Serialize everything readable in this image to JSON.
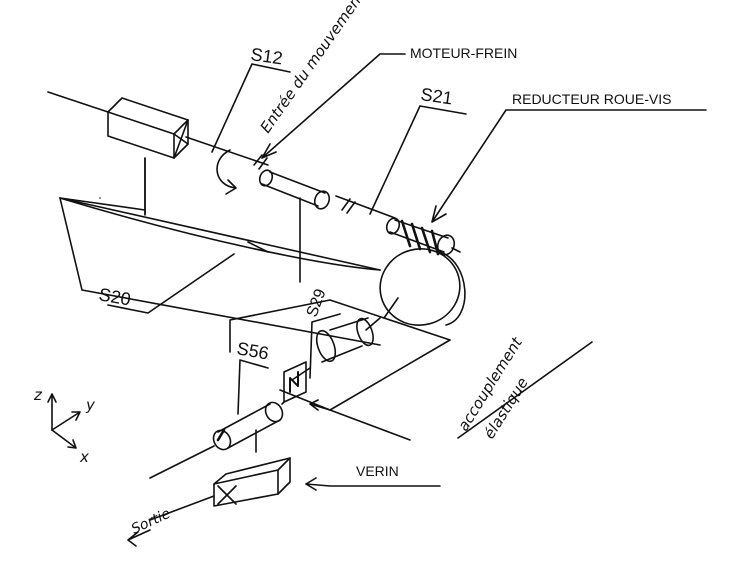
{
  "labels": {
    "s12": "S12",
    "entree": "Entrée du mouvement",
    "moteur_frein": "MOTEUR-FREIN",
    "s21": "S21",
    "reducteur": "REDUCTEUR ROUE-VIS",
    "s20": "S20",
    "s29": "S29",
    "s56": "S56",
    "accouplement": "accouplement",
    "elastique": "élastique",
    "verin": "VERIN",
    "sortie": "Sortie"
  },
  "axes": {
    "z": "z",
    "y": "y",
    "x": "x"
  },
  "colors": {
    "ink": "#111111",
    "paper": "#ffffff"
  }
}
